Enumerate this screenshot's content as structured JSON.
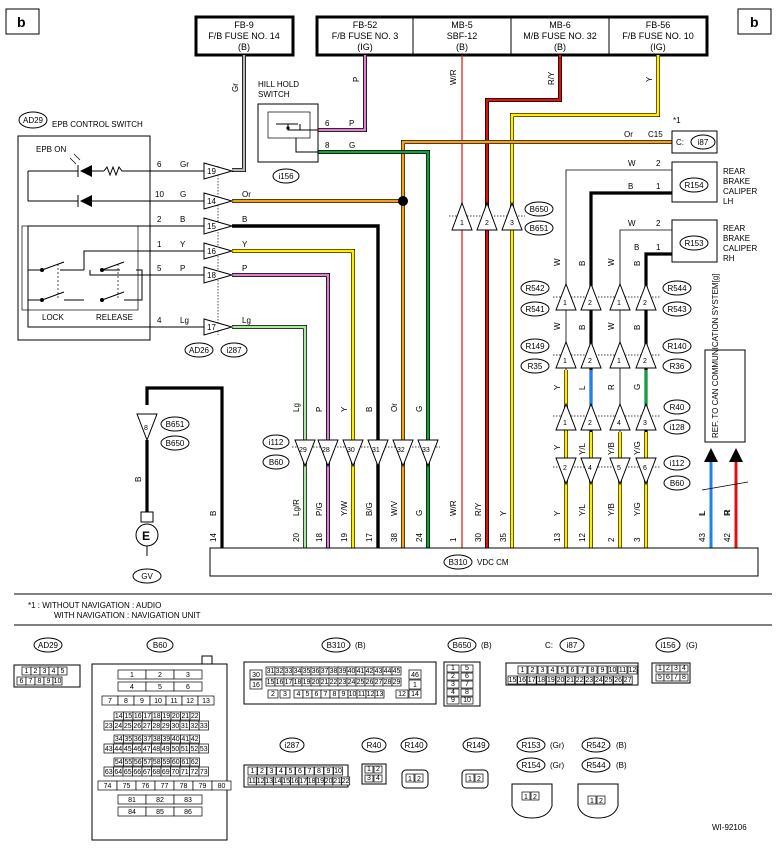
{
  "page": {
    "corner_label": "b",
    "figure_id": "WI-92106",
    "note": "*1 : WITHOUT NAVIGATION : AUDIO",
    "note_line2": "WITH NAVIGATION : NAVIGATION UNIT",
    "star_note": "*1"
  },
  "fuses": [
    {
      "id": "FB-9",
      "name": "F/B FUSE NO. 14",
      "color": "(B)"
    },
    {
      "id": "FB-52",
      "name": "F/B FUSE NO. 3",
      "color": "(IG)"
    },
    {
      "id": "MB-5",
      "name": "SBF-12",
      "color": "(B)"
    },
    {
      "id": "MB-6",
      "name": "M/B FUSE NO. 32",
      "color": "(B)"
    },
    {
      "id": "FB-56",
      "name": "F/B FUSE NO. 10",
      "color": "(IG)"
    }
  ],
  "components": {
    "epb_switch_id": "AD29",
    "epb_switch_name": "EPB CONTROL SWITCH",
    "epb_on": "EPB ON",
    "lock": "LOCK",
    "release": "RELEASE",
    "hill_hold": "HILL HOLD",
    "hill_hold2": "SWITCH",
    "hill_hold_conn": "i156",
    "audio_conn": "i87",
    "audio_prefix": "C:",
    "audio_pin": "C15",
    "caliper_lh_conn": "R154",
    "caliper_lh_1": "REAR",
    "caliper_lh_2": "BRAKE",
    "caliper_lh_3": "CALIPER",
    "caliper_lh_4": "LH",
    "caliper_rh_conn": "R153",
    "caliper_rh_1": "REAR",
    "caliper_rh_2": "BRAKE",
    "caliper_rh_3": "CALIPER",
    "caliper_rh_4": "RH",
    "vdc_conn": "B310",
    "vdc_name": "VDC CM",
    "ground": "E",
    "ground_conn": "GV",
    "can_ref": "REF. TO CAN COMMUNICATION SYSTEM[g]"
  },
  "connector_tags": {
    "ad26": "AD26",
    "i287": "i287",
    "b650": "B650",
    "b651": "B651",
    "b651b": "B651",
    "b650b": "B650",
    "i112": "i112",
    "b60": "B60",
    "r542": "R542",
    "r541": "R541",
    "r544": "R544",
    "r543": "R543",
    "r149": "R149",
    "r35": "R35",
    "r140": "R140",
    "r36": "R36",
    "r40": "R40",
    "i128": "i128",
    "i112b": "i112",
    "b60b": "B60"
  },
  "switch_wires": [
    {
      "pin": "6",
      "color": "Gr",
      "conn_pin": "19"
    },
    {
      "pin": "10",
      "color": "G",
      "conn_pin": "14"
    },
    {
      "pin": "2",
      "color": "B",
      "conn_pin": "15"
    },
    {
      "pin": "1",
      "color": "Y",
      "conn_pin": "16"
    },
    {
      "pin": "5",
      "color": "P",
      "conn_pin": "18"
    },
    {
      "pin": "4",
      "color": "Lg",
      "conn_pin": "17"
    }
  ],
  "switch_out_labels": [
    "Or",
    "B",
    "Y",
    "P",
    "Lg"
  ],
  "wire_labels": {
    "gr": "Gr",
    "p_fuse": "P",
    "wr": "W/R",
    "ry": "R/Y",
    "y_fuse": "Y",
    "hh_6": "6",
    "hh_p": "P",
    "hh_8": "8",
    "hh_g": "G",
    "or": "Or",
    "cal_w1": "W",
    "cal_2a": "2",
    "cal_b1": "B",
    "cal_1a": "1",
    "cal_w2": "W",
    "cal_2b": "2",
    "cal_b2": "B",
    "cal_1b": "1",
    "gnd_b": "B",
    "v_lg": "Lg",
    "v_p": "P",
    "v_y": "Y",
    "v_b": "B",
    "v_or": "Or",
    "v_g": "G",
    "r_w1": "W",
    "r_b1": "B",
    "r_w2": "W",
    "r_b2": "B",
    "r_w3": "W",
    "r_b3": "B",
    "r_w4": "W",
    "r_b4": "B",
    "r_y": "Y",
    "r_l": "L",
    "r_r": "R",
    "r_g": "G",
    "i_y": "Y",
    "i_yl": "Y/L",
    "i_yb": "Y/B",
    "i_yg": "Y/G",
    "can_l": "L",
    "can_r": "R"
  },
  "bottom_wires": [
    {
      "pin": "14",
      "color": "B"
    },
    {
      "pin": "20",
      "color": "Lg/R"
    },
    {
      "pin": "18",
      "color": "P/G"
    },
    {
      "pin": "19",
      "color": "Y/W"
    },
    {
      "pin": "17",
      "color": "B/G"
    },
    {
      "pin": "38",
      "color": "W/V"
    },
    {
      "pin": "24",
      "color": "G"
    },
    {
      "pin": "1",
      "color": "W/R"
    },
    {
      "pin": "30",
      "color": "R/Y"
    },
    {
      "pin": "35",
      "color": "Y"
    },
    {
      "pin": "13",
      "color": "Y"
    },
    {
      "pin": "12",
      "color": "Y/L"
    },
    {
      "pin": "2",
      "color": "Y/B"
    },
    {
      "pin": "3",
      "color": "Y/G"
    },
    {
      "pin": "43",
      "color": "L"
    },
    {
      "pin": "42",
      "color": "R"
    }
  ],
  "chain_pins": {
    "r54x": [
      "1",
      "2",
      "1",
      "2"
    ],
    "r149": [
      "1",
      "2",
      "1",
      "2"
    ],
    "r40": [
      "1",
      "2",
      "4",
      "3"
    ],
    "i112": [
      "2",
      "4",
      "5",
      "6"
    ],
    "b60": [
      "29",
      "28",
      "30",
      "31",
      "32",
      "33"
    ],
    "b650": [
      "1",
      "2",
      "3"
    ],
    "b651": [
      "8"
    ]
  },
  "legend": {
    "ad29": "AD29",
    "b60": "B60",
    "b310": "B310",
    "b310_c": "(B)",
    "b650": "B650",
    "b650_c": "(B)",
    "i87": "i87",
    "i87_p": "C:",
    "i156": "i156",
    "i156_c": "(G)",
    "i287": "i287",
    "r40": "R40",
    "r140": "R140",
    "r149": "R149",
    "r153": "R153",
    "r153_c": "(Gr)",
    "r154": "R154",
    "r154_c": "(Gr)",
    "r542": "R542",
    "r542_c": "(B)",
    "r544": "R544",
    "r544_c": "(B)"
  },
  "colors": {
    "gray": "#b8b8b8",
    "pink": "#e080d0",
    "red": "#e01010",
    "yellow": "#ffee00",
    "orange": "#f0a020",
    "green": "#10a040",
    "lightgreen": "#a8e8a0",
    "blue": "#2080f0",
    "black": "#000000",
    "white_wire": "#ffffff"
  }
}
